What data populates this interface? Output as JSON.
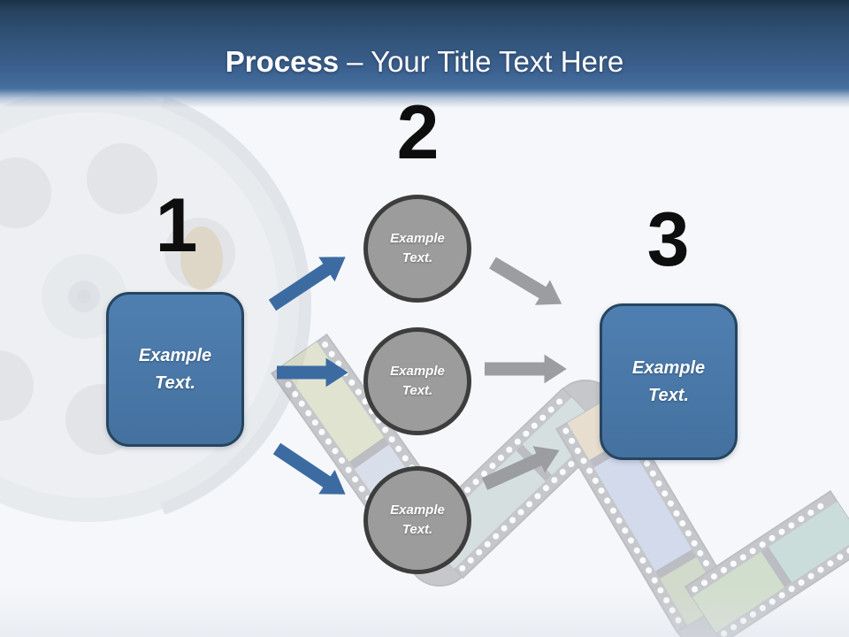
{
  "header": {
    "title_bold": "Process",
    "title_rest": "– Your Title Text Here"
  },
  "process": {
    "step1": {
      "number": "1",
      "label": "Example Text."
    },
    "step2": {
      "number": "2",
      "circles": [
        {
          "label": "Example Text."
        },
        {
          "label": "Example Text."
        },
        {
          "label": "Example Text."
        }
      ]
    },
    "step3": {
      "number": "3",
      "label": "Example Text."
    }
  },
  "icons": {
    "background": [
      "film-reel-icon",
      "film-strip-icon"
    ],
    "blue_arrows": [
      "arrow-up-right-icon",
      "arrow-right-icon",
      "arrow-down-right-icon"
    ],
    "gray_arrows": [
      "arrow-down-right-icon",
      "arrow-right-icon",
      "arrow-up-right-icon"
    ]
  },
  "colors": {
    "header_gradient_top": "#1c3148",
    "header_gradient_bottom": "#45709f",
    "title_color": "#ffffff",
    "number_color": "#0e0e0e",
    "step_box_fill": "#4a78aa",
    "step_box_border": "#26455f",
    "circle_fill": "#9c9c9c",
    "circle_border": "#3d3d3d",
    "arrow_blue": "#3c6ba2",
    "arrow_gray": "#9b9da0",
    "background": "#f5f7fa"
  }
}
